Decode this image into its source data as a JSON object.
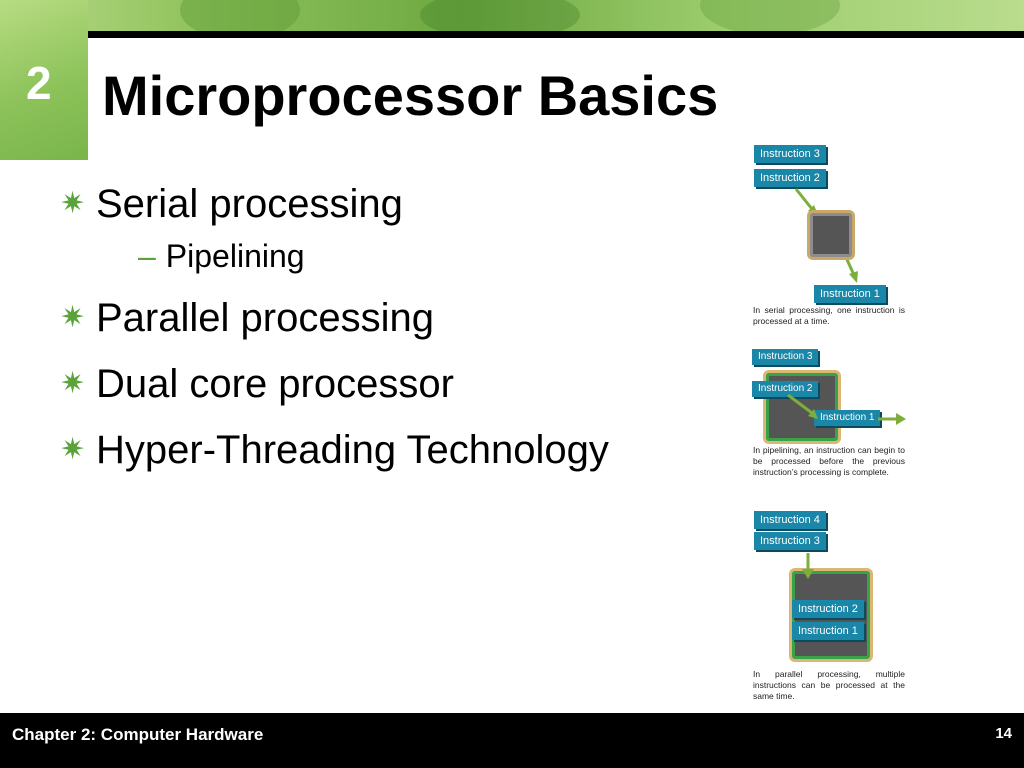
{
  "slide": {
    "chapter_number": "2",
    "title": "Microprocessor Basics",
    "bullet_marker": "✷",
    "sub_marker": "–",
    "bullets": [
      {
        "text": "Serial processing",
        "sub": [
          "Pipelining"
        ]
      },
      {
        "text": "Parallel processing"
      },
      {
        "text": "Dual core processor"
      },
      {
        "text": "Hyper-Threading Technology"
      }
    ]
  },
  "figure": {
    "serial": {
      "labels": [
        "Instruction 3",
        "Instruction 2",
        "Instruction 1"
      ],
      "caption": "In serial processing, one instruction is processed at a time."
    },
    "pipelining": {
      "labels": [
        "Instruction 3",
        "Instruction 2",
        "Instruction 1"
      ],
      "caption": "In pipelining, an instruction can begin to be processed before the previous instruction’s processing is complete."
    },
    "parallel": {
      "labels": [
        "Instruction 4",
        "Instruction 3",
        "Instruction 2",
        "Instruction 1"
      ],
      "caption": "In parallel processing, multiple instructions can be processed at the same time."
    }
  },
  "footer": {
    "chapter_title": "Chapter 2: Computer Hardware",
    "page_number": "14"
  },
  "colors": {
    "accent_green": "#5aa33a",
    "label_blue": "#1a86a8",
    "footer_bg": "#000000"
  }
}
